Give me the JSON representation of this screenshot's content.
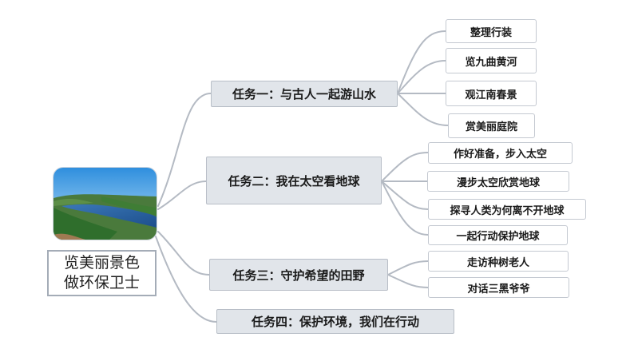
{
  "central": {
    "title_line1": "览美丽景色",
    "title_line2": "做环保卫士",
    "image": "lake-landscape-photo"
  },
  "tasks": [
    {
      "label": "任务一：与古人一起游山水",
      "subs": [
        "整理行装",
        "览九曲黄河",
        "观江南春景",
        "赏美丽庭院"
      ]
    },
    {
      "label": "任务二：我在太空看地球",
      "subs": [
        "作好准备，步入太空",
        "漫步太空欣赏地球",
        "探寻人类为何离不开地球",
        "一起行动保护地球"
      ]
    },
    {
      "label": "任务三：守护希望的田野",
      "subs": [
        "走访种树老人",
        "对话三黑爷爷"
      ]
    },
    {
      "label": "任务四：保护环境，我们在行动",
      "subs": []
    }
  ],
  "colors": {
    "task_fill": "#e1e5ea",
    "connector": "#b4bac3",
    "border": "#a4acb7"
  }
}
